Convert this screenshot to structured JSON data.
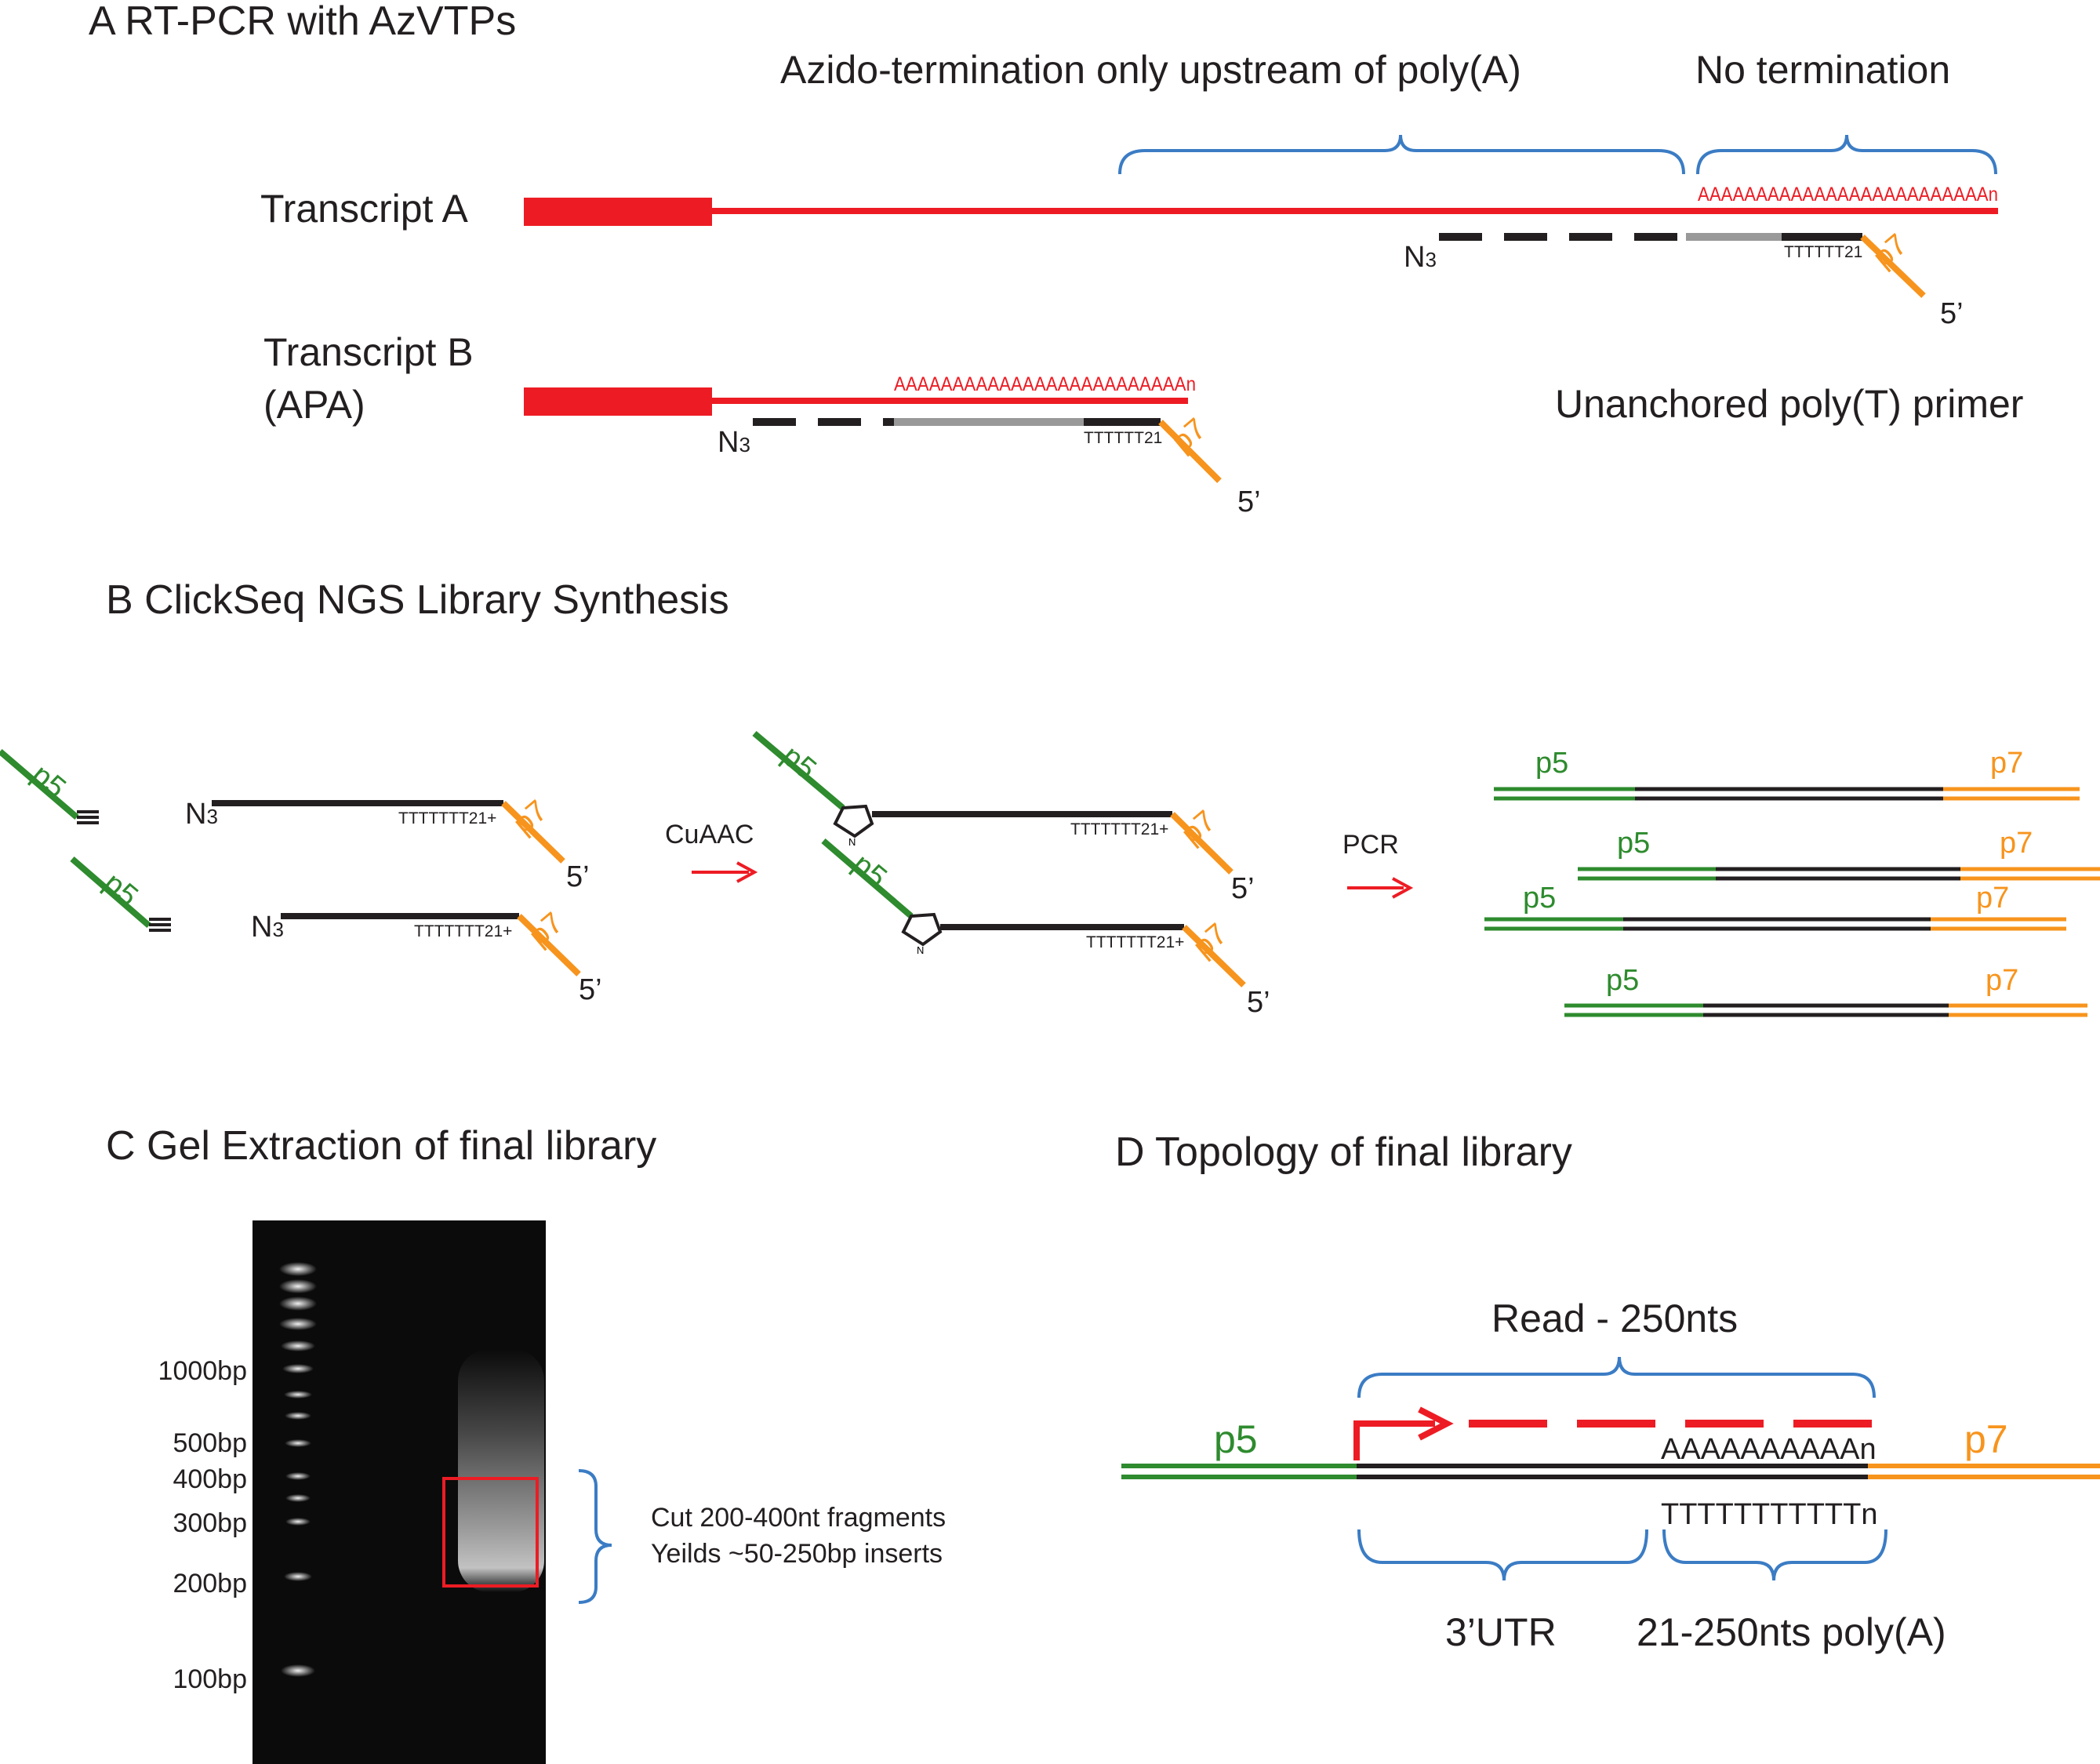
{
  "colors": {
    "red": "#ed1c24",
    "black": "#231f20",
    "gray": "#999999",
    "green": "#2e8b2e",
    "orange": "#f7941d",
    "blue": "#3b7cc4"
  },
  "panel_a": {
    "title": "A  RT-PCR with AzVTPs",
    "brace_left_label": "Azido-termination only upstream of poly(A)",
    "brace_right_label": "No termination",
    "transcript_a": "Transcript A",
    "transcript_b_line1": "Transcript B",
    "transcript_b_line2": "(APA)",
    "polyA_a": "AAAAAAAAAAAAAAAAAAAAAAAAAn",
    "polyA_b": "AAAAAAAAAAAAAAAAAAAAAAAAAn",
    "n3": "N",
    "n3_sub": "3",
    "t21": "TTTTTT21",
    "p7": "p7",
    "five_prime": "5’",
    "primer_label": "Unanchored poly(T) primer"
  },
  "panel_b": {
    "title": "B  ClickSeq NGS Library Synthesis",
    "p5": "p5",
    "p7": "p7",
    "n3": "N",
    "n3_sub": "3",
    "t21": "TTTTTTT21+",
    "five_prime": "5’",
    "cuaac": "CuAAC",
    "pcr": "PCR",
    "triazole_n": "N"
  },
  "panel_c": {
    "title": "C  Gel Extraction of final library",
    "markers": [
      "1000bp",
      "500bp",
      "400bp",
      "300bp",
      "200bp",
      "100bp"
    ],
    "note_line1": "Cut 200-400nt fragments",
    "note_line2": "Yeilds ~50-250bp inserts"
  },
  "panel_d": {
    "title": "D  Topology of final library",
    "read_label": "Read - 250nts",
    "p5": "p5",
    "p7": "p7",
    "polyA": "AAAAAAAAAAn",
    "polyT": "TTTTTTTTTTTn",
    "utr_label": "3’UTR",
    "polya_label": "21-250nts poly(A)"
  }
}
